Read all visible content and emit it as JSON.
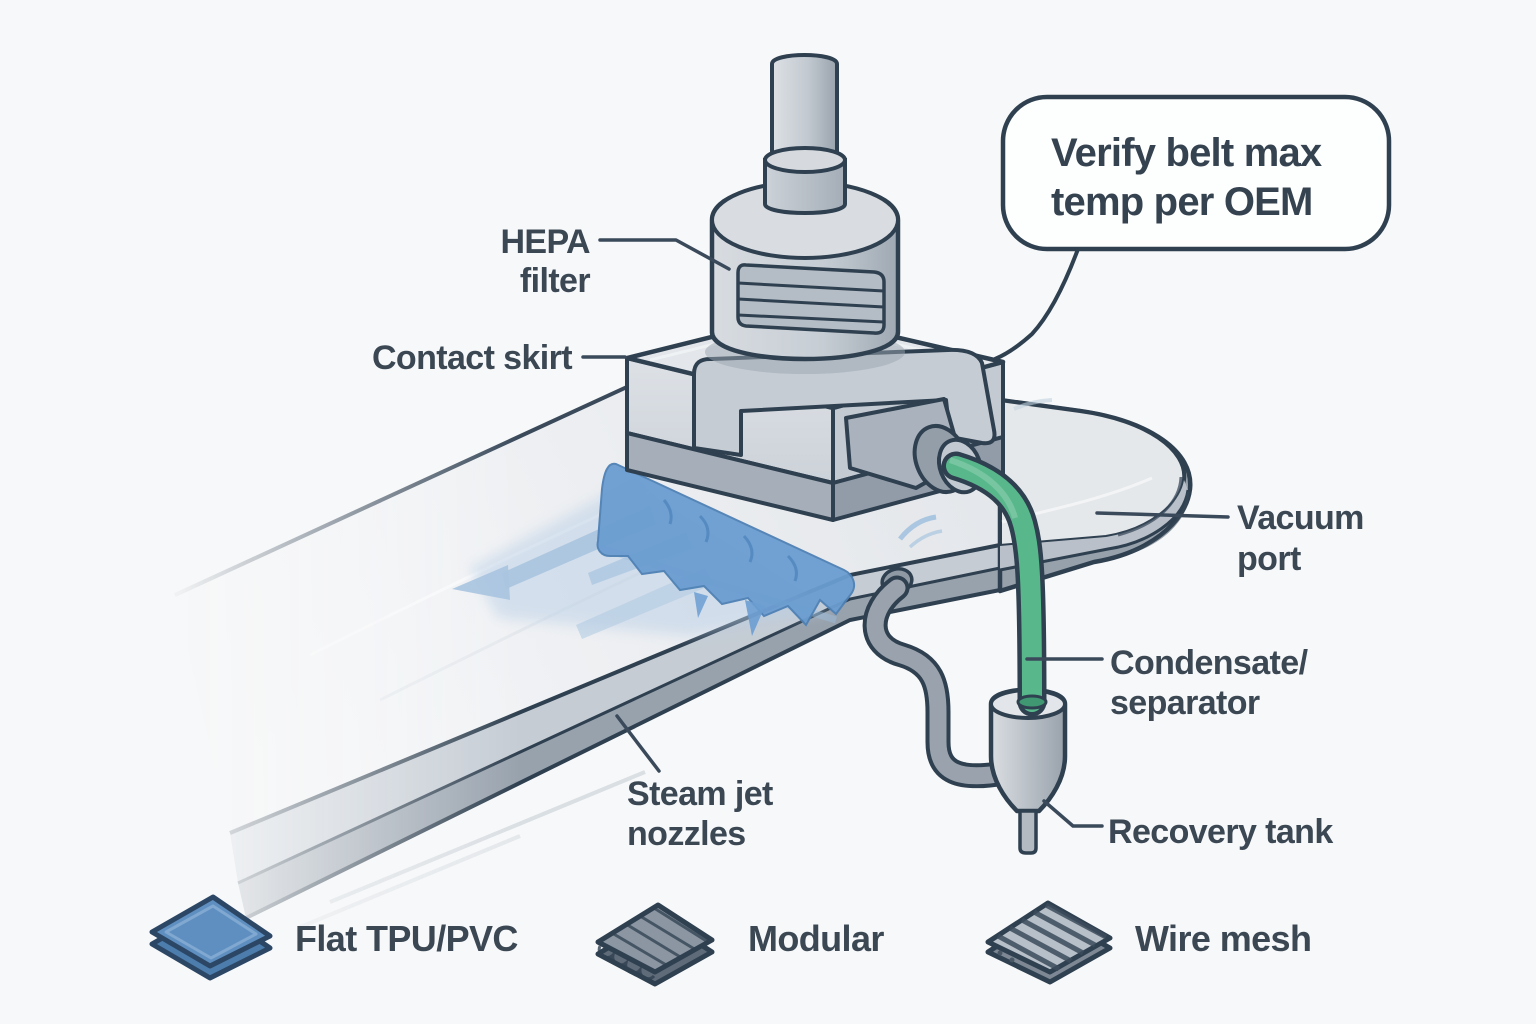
{
  "scene": {
    "title": "Steam-jet conveyor belt cleaning head diagram",
    "background": "#f7f8f9"
  },
  "callout": {
    "lines": [
      "Verify belt max",
      "temp per OEM"
    ]
  },
  "labels": {
    "hepa_filter": {
      "lines": [
        "HEPA",
        "filter"
      ]
    },
    "contact_skirt": {
      "lines": [
        "Contact skirt"
      ]
    },
    "vacuum_port": {
      "lines": [
        "Vacuum",
        "port"
      ]
    },
    "condensate_separator": {
      "lines": [
        "Condensate/",
        "separator"
      ]
    },
    "recovery_tank": {
      "lines": [
        "Recovery tank"
      ]
    },
    "steam_jet_nozzles": {
      "lines": [
        "Steam jet",
        "nozzles"
      ]
    }
  },
  "legend": {
    "items": [
      {
        "id": "flat-tpu-pvc",
        "icon": "flat-belt-icon",
        "label": "Flat TPU/PVC"
      },
      {
        "id": "modular",
        "icon": "modular-belt-icon",
        "label": "Modular"
      },
      {
        "id": "wire-mesh",
        "icon": "wire-mesh-icon",
        "label": "Wire mesh"
      }
    ]
  },
  "colors": {
    "outline": "#2f4050",
    "label_text": "#3b4854",
    "steam_blue": "#6b9dd1",
    "steam_light": "#a9c4e0",
    "hose_green": "#58b88c",
    "legend_pad_blue": "#5e8fc0",
    "machine_gray": "#c9cfd6",
    "belt_gray": "#c5ccd4",
    "background": "#f7f8f9"
  }
}
